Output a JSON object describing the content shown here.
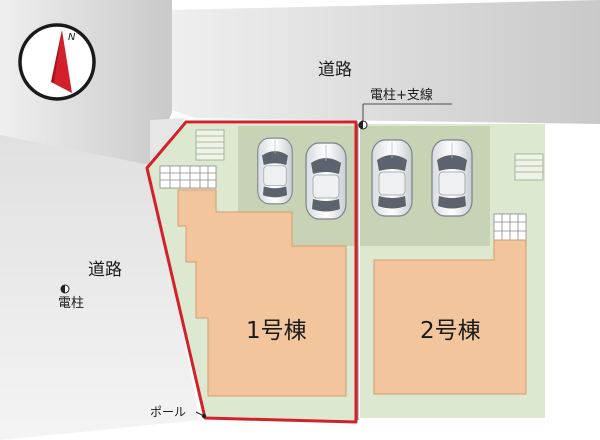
{
  "compass": {
    "north_label": "N",
    "icon": "north-arrow-icon",
    "accent_color": "#d4202a"
  },
  "roads": {
    "top_label": "道路",
    "left_label": "道路",
    "road_color": "#cfcfcf"
  },
  "utility": {
    "top_pole_label": "電柱+支線",
    "left_pole_label": "電柱",
    "pole_marker_label": "ポール"
  },
  "lots": {
    "lot1": {
      "label": "1号棟",
      "highlight_color": "#d4202a"
    },
    "lot2": {
      "label": "2号棟"
    }
  },
  "colors": {
    "garden": "#dce8cf",
    "parking": "#c8d3b6",
    "building": "#f3c59d",
    "building_edge": "#d99c6e"
  },
  "parking": {
    "car_count_lot1": 2,
    "car_count_lot2": 2
  }
}
